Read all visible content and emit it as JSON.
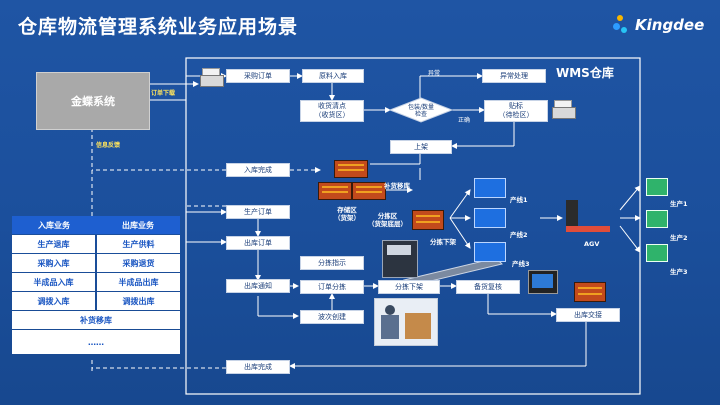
{
  "header": {
    "title": "仓库物流管理系统业务应用场景",
    "brand": "Kingdee"
  },
  "colors": {
    "background": "#1b4f9c",
    "box_text": "#1a3d78",
    "accent_yellow": "#ffe45c",
    "bin_blue": "#1e6fe0"
  },
  "erp": {
    "name": "金蝶系统",
    "order_issue": "订单下载",
    "info_feedback": "信息反馈"
  },
  "wms": {
    "label": "WMS仓库"
  },
  "flow": {
    "purchase_order": "采购订单",
    "raw_in": "原料入库",
    "receive_check": "收货清点\n（收货区）",
    "code_qty_check": "包装/数量\n检查",
    "exception": "异常",
    "exception_handle": "异常处理",
    "normal": "正确",
    "label_to_check": "贴标\n（待检区）",
    "shelve": "上架",
    "in_complete": "入库完成",
    "prod_order": "生产订单",
    "out_order": "出库订单",
    "out_notice": "出库通知",
    "pick_instruct": "分拣指示",
    "order_pick": "订单分拣",
    "wave_create": "波次创建",
    "pick_down": "分拣下架",
    "stock_check": "备货复核",
    "out_handover": "出库交接",
    "out_complete": "出库完成",
    "replenish": "补货移库",
    "storage_area": "存储区\n（货架）",
    "pick_area": "分拣区\n（货架底层）",
    "pick_down_label": "分拣下架",
    "line1": "产线1",
    "line2": "产线2",
    "line3": "产线3",
    "agv": "AGV",
    "prod1": "生产1",
    "prod2": "生产2",
    "prod3": "生产3"
  },
  "business": {
    "header_in": "入库业务",
    "header_out": "出库业务",
    "rows": [
      [
        "生产退库",
        "生产供料"
      ],
      [
        "采购入库",
        "采购退货"
      ],
      [
        "半成品入库",
        "半成品出库"
      ],
      [
        "调拨入库",
        "调拨出库"
      ]
    ],
    "single": "补货移库",
    "more": "……"
  }
}
